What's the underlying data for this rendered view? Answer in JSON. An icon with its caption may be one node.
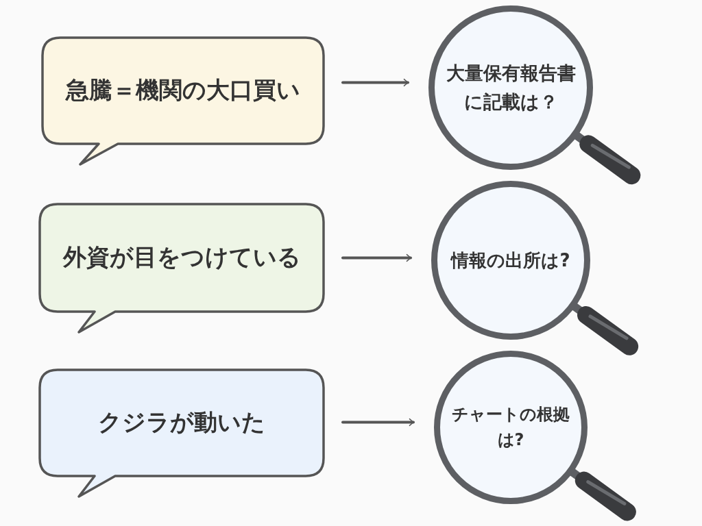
{
  "diagram": {
    "nodes": [
      {
        "text": [
          "急騰＝機関の大口買い"
        ]
      },
      {
        "text": [
          "大量保有報告書に記載は？"
        ]
      },
      {
        "text": [
          "外資が目をつけている"
        ]
      },
      {
        "text": [
          "情報の出所は?"
        ]
      },
      {
        "text": [
          "クジラが動いた"
        ]
      },
      {
        "text": [
          "チャートの根拠は?"
        ]
      }
    ],
    "edges": [
      {
        "from": 0,
        "to": 1,
        "arrow": "to"
      },
      {
        "from": 2,
        "to": 3,
        "arrow": "to"
      },
      {
        "from": 4,
        "to": 5,
        "arrow": "to"
      }
    ]
  }
}
